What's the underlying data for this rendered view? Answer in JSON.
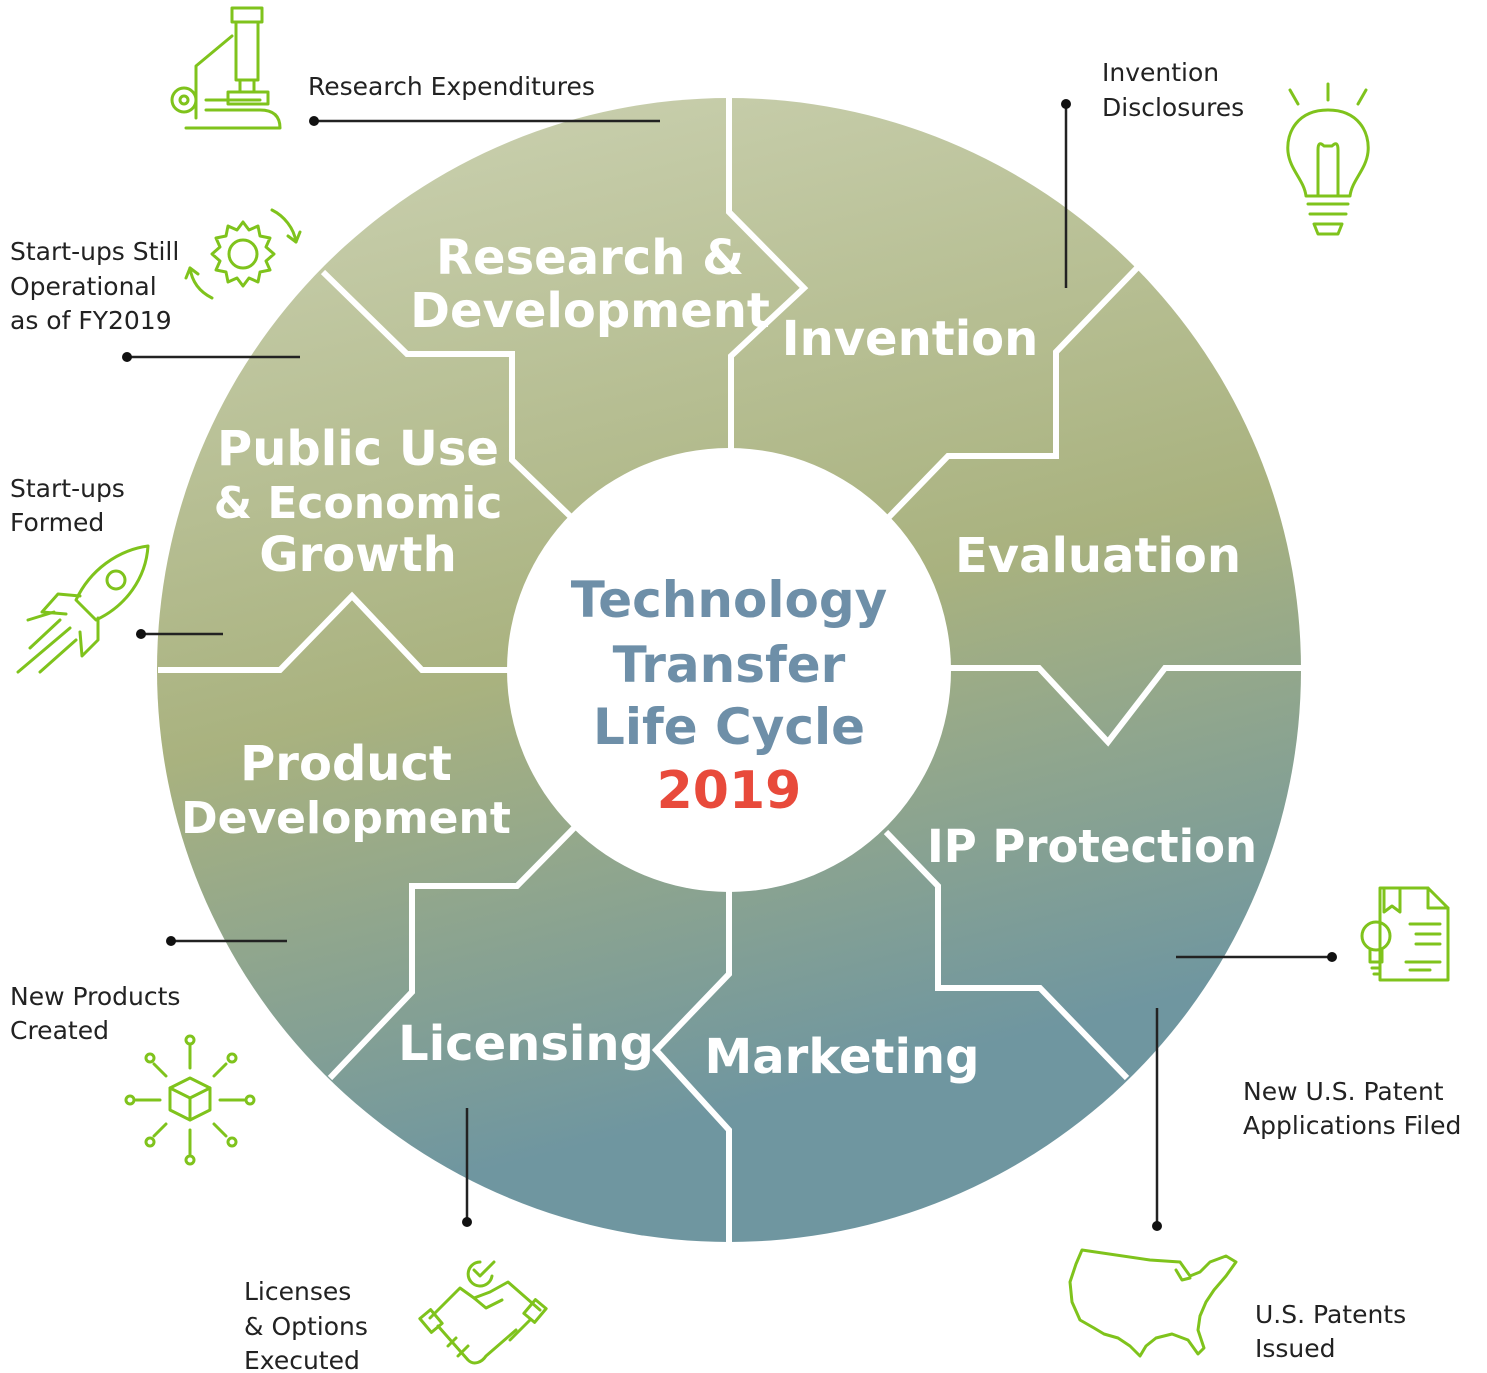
{
  "center": {
    "title_lines": [
      "Technology",
      "Transfer",
      "Life Cycle"
    ],
    "year": "2019",
    "colors": {
      "title": "#6e8fa8",
      "year": "#e84a3b"
    }
  },
  "segments": {
    "research_development": [
      "Research &",
      "Development"
    ],
    "invention": [
      "Invention"
    ],
    "evaluation": [
      "Evaluation"
    ],
    "ip_protection": [
      "IP Protection"
    ],
    "marketing": [
      "Marketing"
    ],
    "licensing": [
      "Licensing"
    ],
    "product_development": [
      "Product",
      "Development"
    ],
    "public_use": [
      "Public Use",
      "& Economic",
      "Growth"
    ]
  },
  "callouts": {
    "research_expenditures": {
      "lines": [
        "Research Expenditures"
      ],
      "icon": "microscope-icon"
    },
    "invention_disclosures": {
      "lines": [
        "Invention",
        "Disclosures"
      ],
      "icon": "lightbulb-icon"
    },
    "startups_operational": {
      "lines": [
        "Start-ups Still",
        "Operational",
        "as of FY2019"
      ],
      "icon": "gear-cycle-icon"
    },
    "startups_formed": {
      "lines": [
        "Start-ups",
        "Formed"
      ],
      "icon": "rocket-icon"
    },
    "new_products": {
      "lines": [
        "New Products",
        "Created"
      ],
      "icon": "cube-network-icon"
    },
    "licenses_executed": {
      "lines": [
        "Licenses",
        "& Options",
        "Executed"
      ],
      "icon": "handshake-icon"
    },
    "patent_applications": {
      "lines": [
        "New U.S. Patent",
        "Applications Filed"
      ],
      "icon": "patent-document-icon"
    },
    "patents_issued": {
      "lines": [
        "U.S. Patents",
        "Issued"
      ],
      "icon": "usa-map-icon"
    }
  },
  "colors": {
    "ring_top": "#cdd3b4",
    "ring_mid": "#a9b27f",
    "ring_bottom": "#6f96a0",
    "icon": "#7fc31c"
  }
}
